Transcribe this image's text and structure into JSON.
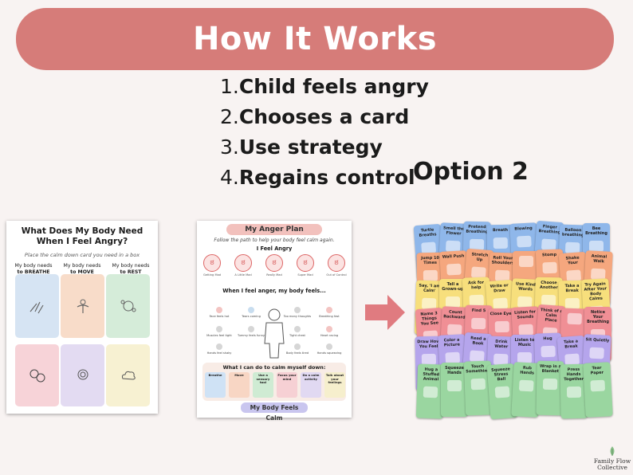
{
  "header": {
    "title": "How It Works"
  },
  "steps": [
    {
      "num": "1.",
      "text": "Child feels angry"
    },
    {
      "num": "2.",
      "text": "Chooses a card"
    },
    {
      "num": "3.",
      "text": "Use strategy"
    },
    {
      "num": "4.",
      "text": "Regains control"
    }
  ],
  "option_label": "Option 2",
  "sheet1": {
    "title_line1": "What Does My Body Need",
    "title_line2": "When I Feel Angry?",
    "subtitle": "Place the calm down card you need in a box",
    "columns": [
      {
        "pre": "My body needs",
        "to": "to BREATHE"
      },
      {
        "pre": "My body needs",
        "to": "to MOVE"
      },
      {
        "pre": "My body needs",
        "to": "to REST"
      }
    ],
    "box_colors": [
      "#d6e4f3",
      "#f8dcc9",
      "#d5ecd9",
      "#f7d3d8",
      "#e3dbf2",
      "#f7f1d2"
    ]
  },
  "sheet2": {
    "title": "My Anger Plan",
    "subtitle": "Follow the path to help your body feel calm again.",
    "section1": "I Feel Angry",
    "faces": [
      "Getting Mad",
      "A Little Mad",
      "Really Mad",
      "Super Mad",
      "Out of Control"
    ],
    "section2": "When I feel anger, my body feels...",
    "body_labels": [
      "Face feels hot",
      "Tears coming",
      "Too many thoughts",
      "Breathing fast",
      "Muscles feel tight",
      "Tummy feels funny",
      "Tight chest",
      "Heart racing",
      "Hands feel shaky",
      "Body feels tired",
      "Hands squeezing"
    ],
    "section3": "What I can do to calm myself down:",
    "strategies": [
      "Breathe",
      "Move",
      "Use a sensory tool",
      "Focus your mind",
      "Do a calm activity",
      "Talk about your feelings"
    ],
    "footer": "My Body Feels Calm"
  },
  "cards": {
    "rows": [
      {
        "color": "#8fb7ea",
        "labels": [
          "Turtle Breaths",
          "Smell the Flower",
          "Pretend Breathing",
          "Breath",
          "Blowing",
          "Finger Breathing",
          "Balloon breathing",
          "Bee Breathing"
        ]
      },
      {
        "color": "#f5a77e",
        "labels": [
          "Jump 10 Times",
          "Wall Push",
          "Stretch Up",
          "Roll Your Shoulders",
          "",
          "Stomp",
          "Shake Your",
          "Animal Walk"
        ]
      },
      {
        "color": "#f7df7c",
        "labels": [
          "Say, 'I am Calm'",
          "Tell a Grown-up",
          "Ask for help",
          "Write or Draw",
          "Use Kind Words",
          "Choose Another",
          "Take a Break",
          "Try Again After Your Body Calms"
        ]
      },
      {
        "color": "#f08f95",
        "labels": [
          "Name 3 Things You See",
          "Count Backwards",
          "Find 5",
          "Close Eyes",
          "Listen for Sounds",
          "Think of a Calm Place",
          "",
          "Notice Your Breathing"
        ]
      },
      {
        "color": "#b5a5ec",
        "labels": [
          "Draw How You Feel",
          "Color a Picture",
          "Read a Book",
          "Drink Water",
          "Listen to Music",
          "Hug",
          "Take a Break",
          "Sit Quietly"
        ]
      },
      {
        "color": "#9ad6a0",
        "labels": [
          "Hug a Stuffed Animal",
          "Squeeze Hands",
          "Touch Something",
          "Squeeze Stress Ball",
          "Rub Hands",
          "Wrap in a Blanket",
          "Press Hands Together",
          "Tear Paper"
        ]
      }
    ]
  },
  "brand": {
    "line1": "Family Flow",
    "line2": "Collective"
  }
}
